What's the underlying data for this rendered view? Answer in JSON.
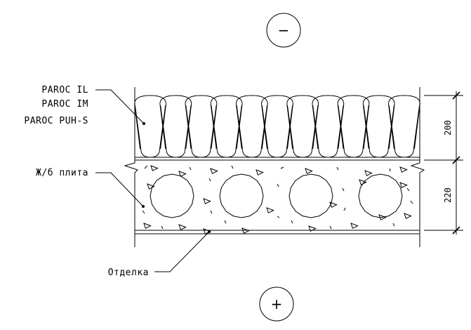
{
  "top_symbol": "−",
  "bottom_symbol": "+",
  "insulation_labels": [
    "PAROC IL",
    "PAROC IM",
    "PAROC PUH-S"
  ],
  "slab_label": "Ж/б плита",
  "finish_label": "Отделка",
  "dimensions": {
    "insulation_thickness": "200",
    "slab_thickness": "220"
  },
  "slab_voids": 4,
  "insulation_loops": 11
}
